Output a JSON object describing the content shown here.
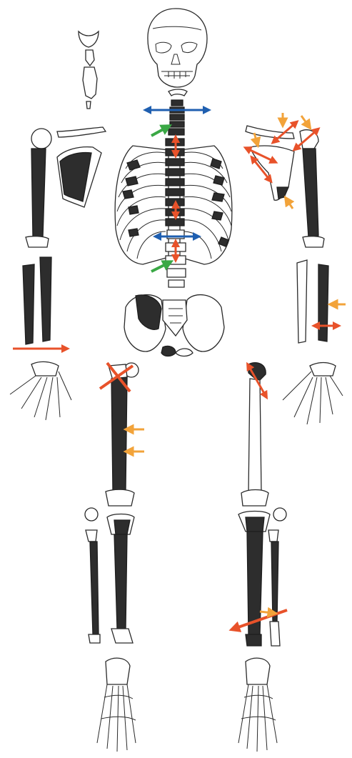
{
  "diagram": {
    "kind": "skeletal inventory sketch",
    "colors": {
      "preserved_bone": "#2d2d2d",
      "absent_bone": "#ffffff",
      "outline": "#2a2a2a",
      "red_arrow": "#e8522a",
      "blue_arrow": "#1f5fb0",
      "green_arrow": "#3aa845",
      "orange_arrow": "#f2a33a"
    },
    "marker_colors_present": [
      "red_arrow",
      "blue_arrow",
      "green_arrow",
      "orange_arrow"
    ]
  }
}
